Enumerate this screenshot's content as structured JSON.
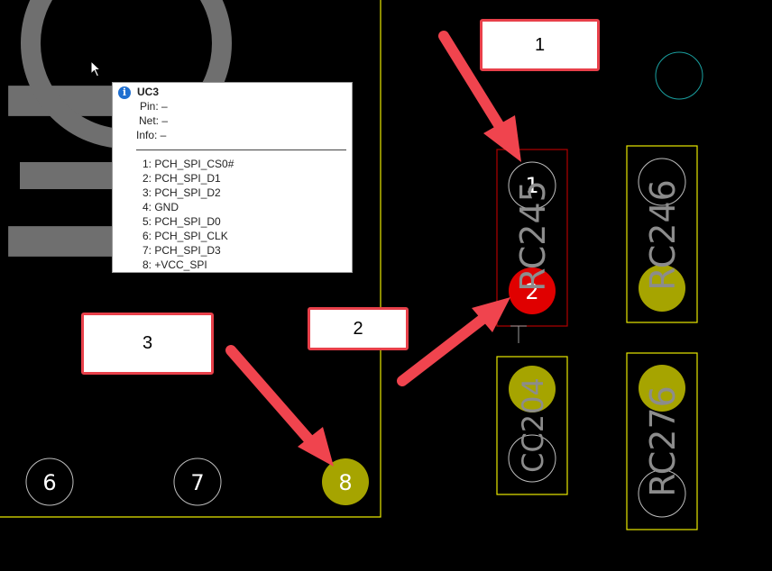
{
  "board": {
    "component_label": "U",
    "pins_bottom": [
      {
        "label": "6",
        "state": "normal"
      },
      {
        "label": "7",
        "state": "normal"
      },
      {
        "label": "8",
        "state": "highlighted"
      }
    ],
    "parts": [
      {
        "ref": "RC245",
        "pin1": "1",
        "pin2": "2",
        "selected": true
      },
      {
        "ref": "RC246"
      },
      {
        "ref": "CC204"
      },
      {
        "ref": "RC276"
      }
    ],
    "colors": {
      "background": "#000000",
      "outline": "#e8e800",
      "pad_highlight": "#a6a400",
      "pad_selected": "#e00000",
      "silkscreen": "#8c8c8c",
      "selection_box": "#b00000",
      "callout_border": "#e8404a",
      "arrow": "#f0444e",
      "via": "#1aa0a0"
    }
  },
  "tooltip": {
    "component": "UC3",
    "pin_label": "Pin: –",
    "net_label": "Net: –",
    "info_label": "Info: –",
    "pins": [
      "1: PCH_SPI_CS0#",
      "2: PCH_SPI_D1",
      "3: PCH_SPI_D2",
      "4: GND",
      "5: PCH_SPI_D0",
      "6: PCH_SPI_CLK",
      "7: PCH_SPI_D3",
      "8: +VCC_SPI"
    ]
  },
  "callouts": [
    {
      "label": "1"
    },
    {
      "label": "2"
    },
    {
      "label": "3"
    }
  ]
}
